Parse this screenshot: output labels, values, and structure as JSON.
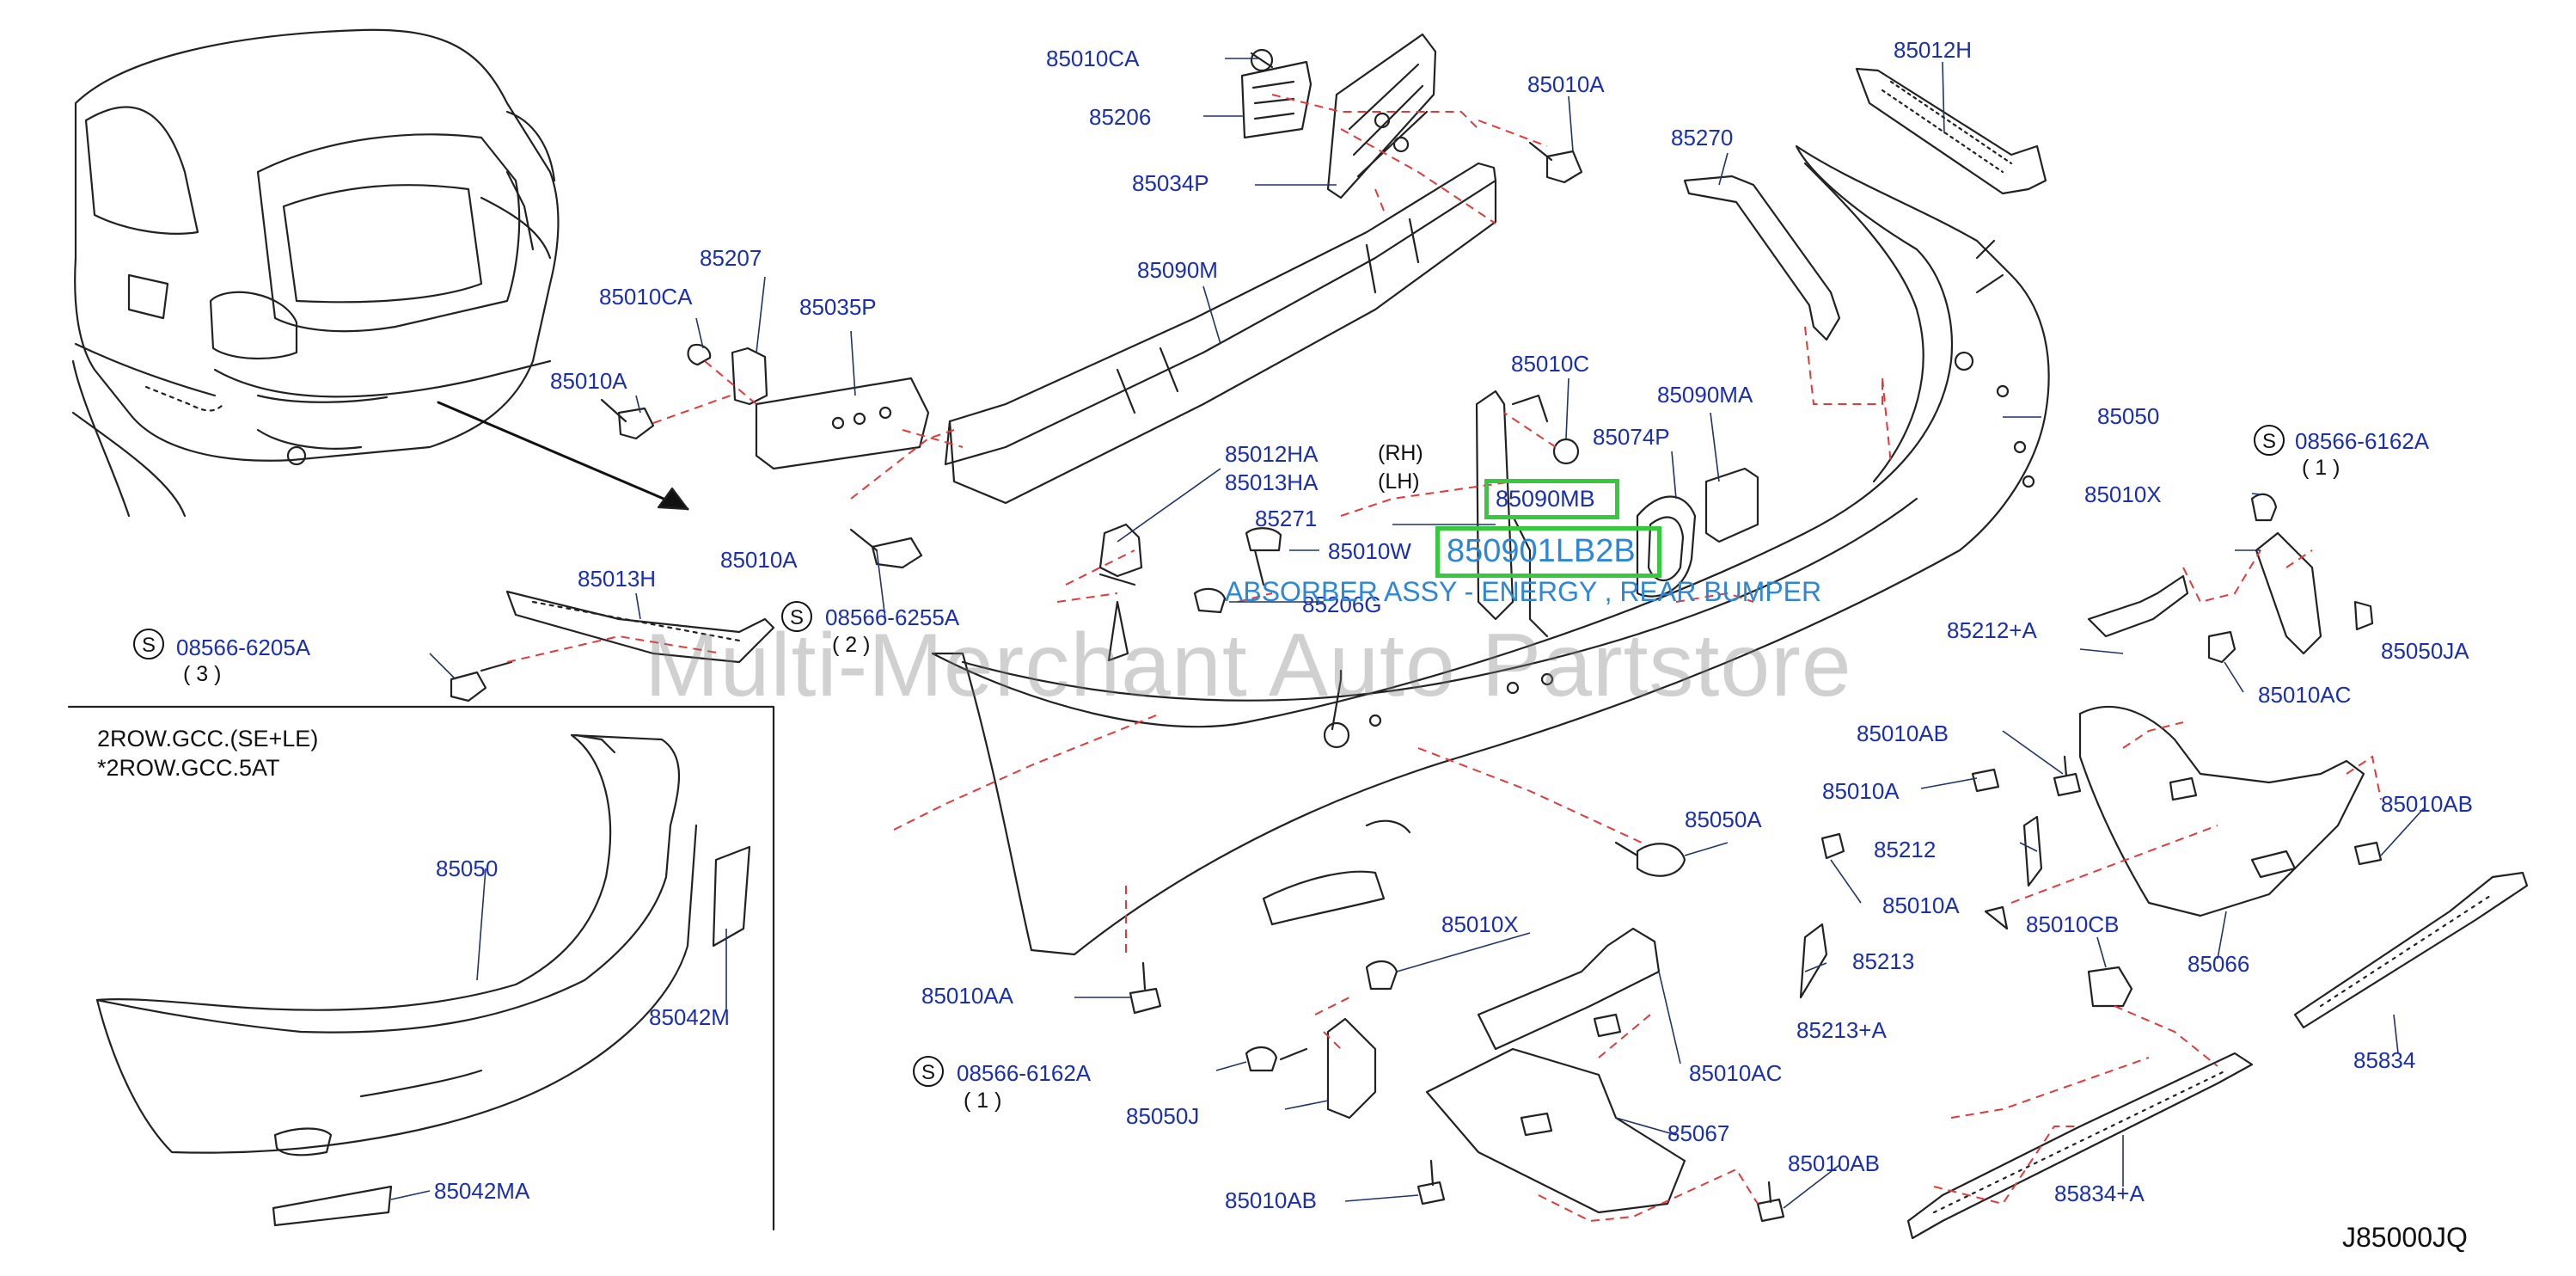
{
  "diagram_code": "J85000JQ",
  "watermark": "Multi-Merchant Auto Partstore",
  "highlight": {
    "part_number": "850901LB2B",
    "description": "ABSORBER ASSY - ENERGY , REAR BUMPER",
    "box_label": "85090MB"
  },
  "notes": {
    "line1": "2ROW.GCC.(SE+LE)",
    "line2": "*2ROW.GCC.5AT"
  },
  "labels": [
    "85010CA",
    "85206",
    "85034P",
    "85010A",
    "85012H",
    "85270",
    "85207",
    "85010CA",
    "85035P",
    "85010A",
    "85090M",
    "85010C",
    "85090MA",
    "85074P",
    "85050",
    "85012HA",
    "85013HA",
    "(RH)",
    "(LH)",
    "85271",
    "85010W",
    "85010A",
    "85206G",
    "85013H",
    "08566-6255A",
    "( 2 )",
    "08566-6205A",
    "( 3 )",
    "08566-6162A",
    "( 1 )",
    "85010X",
    "85050JA",
    "85212+A",
    "85010AC",
    "85010AB",
    "85010A",
    "85010AB",
    "85212",
    "85010A",
    "85050A",
    "85213",
    "85213+A",
    "85010CB",
    "85066",
    "85834",
    "85010X",
    "85010AA",
    "08566-6162A",
    "( 1 )",
    "85050J",
    "85010AC",
    "85067",
    "85010AB",
    "85010AB",
    "85834+A",
    "85050",
    "85042M",
    "85042MA"
  ]
}
